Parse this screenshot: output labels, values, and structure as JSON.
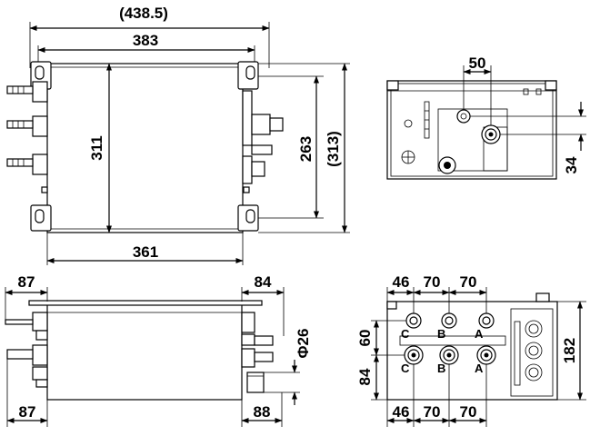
{
  "drawing": {
    "top_view": {
      "overall_width": "(438.5)",
      "flange_width": "383",
      "body_width": "361",
      "body_height": "311",
      "mount_height": "263",
      "overall_height": "(313)"
    },
    "end_view": {
      "terminal_spacing": "50",
      "terminal_offset": "34"
    },
    "side_view": {
      "left_top": "87",
      "right_top": "84",
      "left_bottom": "87",
      "right_bottom": "88",
      "terminal_diameter": "Φ26"
    },
    "terminal_view": {
      "top_dims": [
        "46",
        "70",
        "70"
      ],
      "bottom_dims": [
        "46",
        "70",
        "70"
      ],
      "row_pitch": "60",
      "bottom_offset": "84",
      "height": "182",
      "upper_phases": [
        "C",
        "B",
        "A"
      ],
      "lower_phases": [
        "C",
        "B",
        "A"
      ]
    }
  }
}
